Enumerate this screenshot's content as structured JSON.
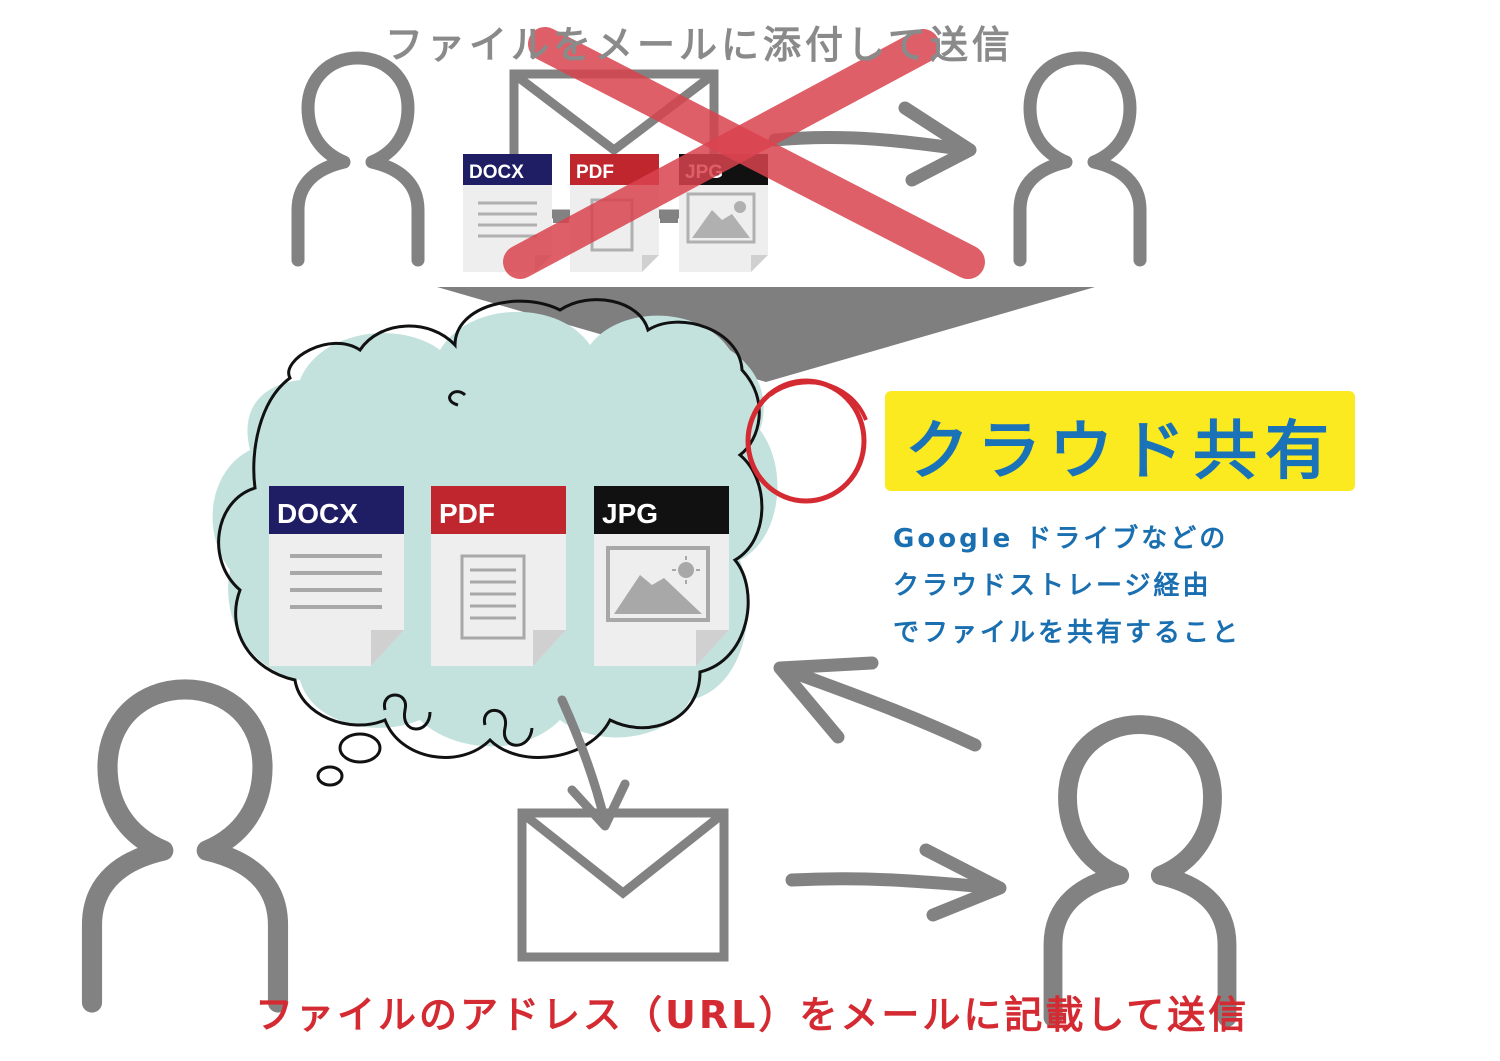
{
  "top_caption": "ファイルをメールに添付して送信",
  "bottom_caption": "ファイルのアドレス（URL）をメールに記載して送信",
  "cloud_label": "クラウド共有",
  "description": {
    "line1": "Google ドライブなどの",
    "line2": "クラウドストレージ経由",
    "line3": "でファイルを共有すること"
  },
  "file_types": {
    "docx": "DOCX",
    "pdf": "PDF",
    "jpg": "JPG"
  },
  "colors": {
    "gray": "#828282",
    "red_cross": "#d9434f",
    "cloud_fill": "#c3e2de",
    "label_bg": "#fbea1f",
    "label_text": "#1a73b8",
    "bottom_text": "#d42a32",
    "docx_header": "#1f1d63",
    "pdf_header": "#c0262d",
    "jpg_header": "#111111"
  }
}
